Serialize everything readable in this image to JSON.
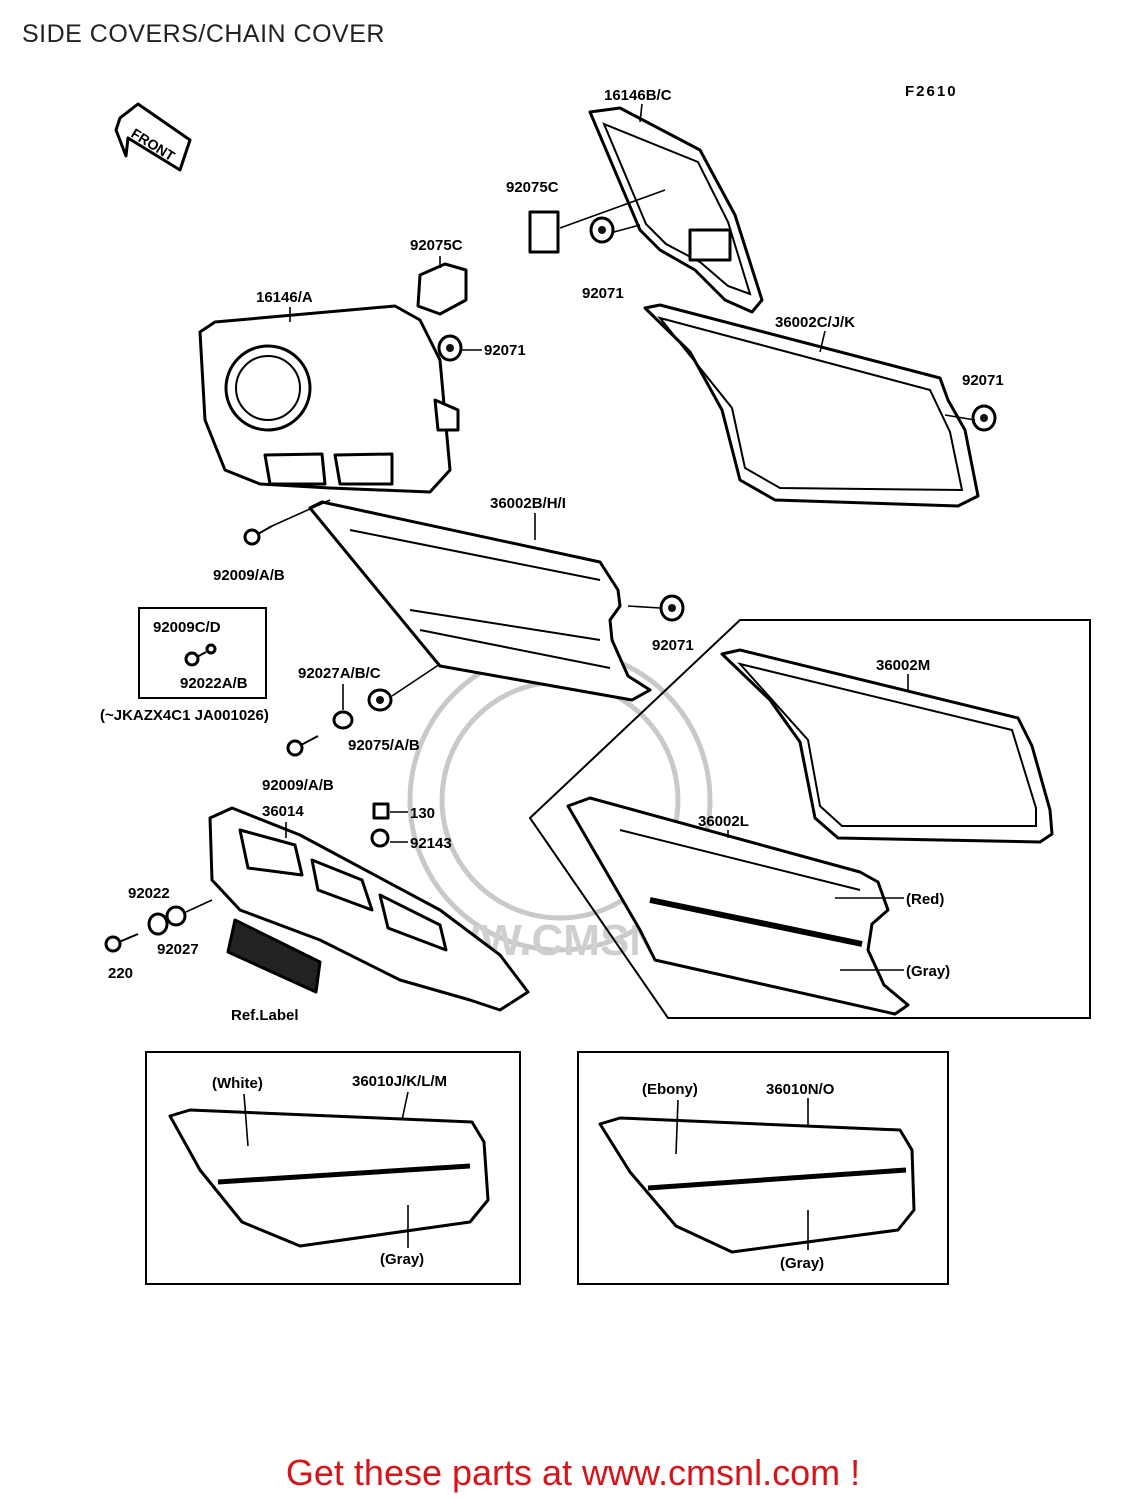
{
  "header": {
    "title": "SIDE COVERS/CHAIN COVER"
  },
  "diagram": {
    "ref_code": "F2610",
    "front_arrow": "FRONT",
    "watermark_text": "WWW.CMSNL.COM",
    "parts": {
      "p16146bc": "16146B/C",
      "p92075c_top": "92075C",
      "p92071_a": "92071",
      "p92075c_mid": "92075C",
      "p16146a": "16146/A",
      "p92071_b": "92071",
      "p36002cjk": "36002C/J/K",
      "p92071_c": "92071",
      "p36002bhi": "36002B/H/I",
      "p92009ab_a": "92009/A/B",
      "p92071_d": "92071",
      "p92009cd": "92009C/D",
      "p92022ab": "92022A/B",
      "serial_note": "(~JKAZX4C1 JA001026)",
      "p92027abc": "92027A/B/C",
      "p92075ab": "92075/A/B",
      "p92009ab_b": "92009/A/B",
      "p36014": "36014",
      "p130": "130",
      "p92143": "92143",
      "p92022": "92022",
      "p92027": "92027",
      "p220": "220",
      "ref_label": "Ref.Label",
      "p36002m": "36002M",
      "p36002l": "36002L",
      "red": "(Red)",
      "gray_l": "(Gray)",
      "white": "(White)",
      "p36010jklm": "36010J/K/L/M",
      "gray_1": "(Gray)",
      "ebony": "(Ebony)",
      "p36010no": "36010N/O",
      "gray_2": "(Gray)"
    }
  },
  "footer": {
    "cta": "Get these parts at www.cmsnl.com !"
  }
}
